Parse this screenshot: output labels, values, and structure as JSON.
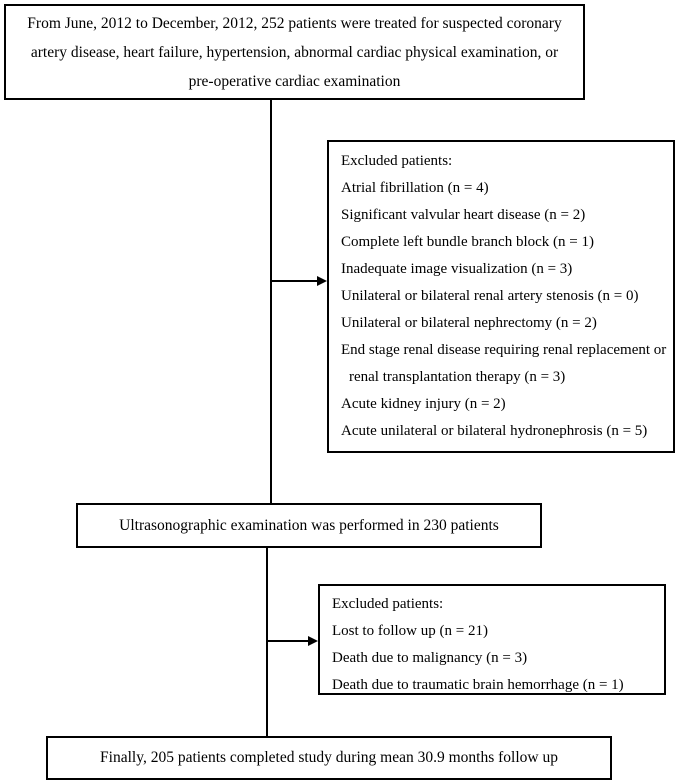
{
  "start_box": {
    "lines": [
      "From June, 2012 to December, 2012, 252 patients were treated for suspected coronary",
      "artery disease, heart failure, hypertension, abnormal cardiac physical examination, or",
      "pre-operative cardiac examination"
    ]
  },
  "excluded_first": {
    "title": "Excluded patients:",
    "items": [
      "Atrial fibrillation (n = 4)",
      "Significant valvular heart disease (n = 2)",
      "Complete left bundle branch block (n = 1)",
      "Inadequate image visualization (n = 3)",
      "Unilateral or bilateral renal artery stenosis (n = 0)",
      "Unilateral or bilateral nephrectomy (n = 2)",
      "End stage renal disease requiring renal replacement or",
      "renal transplantation therapy (n = 3)",
      "Acute kidney injury (n = 2)",
      "Acute unilateral or bilateral hydronephrosis (n = 5)"
    ]
  },
  "middle_box": {
    "text": "Ultrasonographic examination was performed in 230 patients"
  },
  "excluded_second": {
    "title": "Excluded patients:",
    "items": [
      "Lost to follow up (n = 21)",
      "Death due to malignancy (n = 3)",
      "Death due to traumatic brain hemorrhage (n = 1)"
    ]
  },
  "final_box": {
    "text": "Finally, 205 patients completed study during mean 30.9 months follow up"
  }
}
